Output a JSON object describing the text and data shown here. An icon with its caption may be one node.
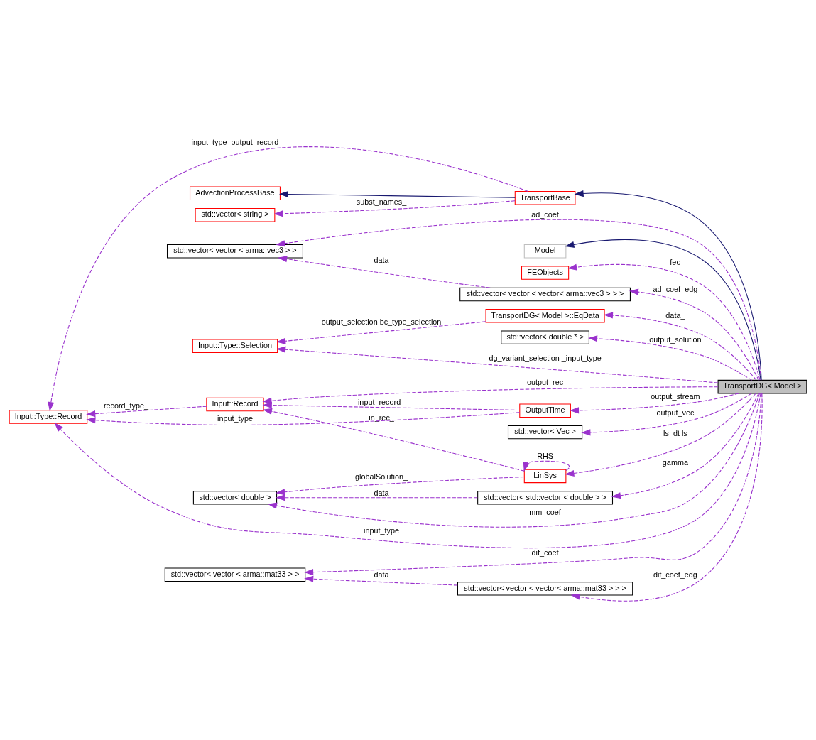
{
  "diagram": {
    "nodes": [
      {
        "text": [
          "AdvectionProcessBase"
        ]
      },
      {
        "text": [
          "TransportBase"
        ]
      },
      {
        "text": [
          "std::vector< string >"
        ]
      },
      {
        "text": [
          "std::vector< vector < arma::vec3 > >"
        ]
      },
      {
        "text": [
          "Model"
        ]
      },
      {
        "text": [
          "FEObjects"
        ]
      },
      {
        "text": [
          "std::vector< vector < vector< arma::vec3 > > >"
        ]
      },
      {
        "text": [
          "TransportDG< Model >::EqData"
        ]
      },
      {
        "text": [
          "std::vector< double * >"
        ]
      },
      {
        "text": [
          "Input::Type::Selection"
        ]
      },
      {
        "text": [
          "TransportDG< Model >"
        ]
      },
      {
        "text": [
          "LinSys"
        ]
      },
      {
        "text": [
          "Input::Record"
        ]
      },
      {
        "text": [
          "std::vector< Vec >"
        ]
      },
      {
        "text": [
          "std::vector< std::vector < double > >"
        ]
      },
      {
        "text": [
          "std::vector< double >"
        ]
      },
      {
        "text": [
          "Input::Type::Record"
        ]
      },
      {
        "text": [
          "OutputTime"
        ]
      },
      {
        "text": [
          "std::vector< vector < arma::mat33 > >"
        ]
      },
      {
        "text": [
          "std::vector< vector < vector< arma::mat33 > > >"
        ]
      }
    ],
    "edges": [
      {
        "from": 1,
        "to": 0,
        "arrow": "to",
        "color": "#191970"
      },
      {
        "from": 10,
        "to": 1,
        "arrow": "to",
        "color": "#191970"
      },
      {
        "from": 1,
        "to": 2,
        "arrow": "to",
        "label": "subst_names_",
        "style": "dashed"
      },
      {
        "from": 1,
        "to": 16,
        "arrow": "to",
        "label": "input_type_output_record",
        "style": "dashed"
      },
      {
        "from": 10,
        "to": 3,
        "arrow": "to",
        "label": "ad_coef",
        "style": "dashed"
      },
      {
        "from": 10,
        "to": 4,
        "arrow": "to",
        "color": "#191970"
      },
      {
        "from": 6,
        "to": 3,
        "arrow": "to",
        "label": "data",
        "style": "dashed"
      },
      {
        "from": 10,
        "to": 5,
        "arrow": "to",
        "label": "feo",
        "style": "dashed"
      },
      {
        "from": 10,
        "to": 6,
        "arrow": "to",
        "label": "ad_coef_edg",
        "style": "dashed"
      },
      {
        "from": 7,
        "to": 9,
        "arrow": "to",
        "label": "output_selection bc_type_selection",
        "style": "dashed"
      },
      {
        "from": 10,
        "to": 7,
        "arrow": "to",
        "label": "data_",
        "style": "dashed"
      },
      {
        "from": 10,
        "to": 8,
        "arrow": "to",
        "label": "output_solution",
        "style": "dashed"
      },
      {
        "from": 10,
        "to": 9,
        "arrow": "to",
        "label": "dg_variant_selection _input_type",
        "style": "dashed"
      },
      {
        "from": 10,
        "to": 12,
        "arrow": "to",
        "label": "output_rec",
        "style": "dashed"
      },
      {
        "from": 10,
        "to": 11,
        "arrow": "to",
        "label": "ls_dt ls",
        "style": "dashed"
      },
      {
        "from": 11,
        "to": 11,
        "arrow": "to",
        "label": "RHS",
        "style": "dashed"
      },
      {
        "from": 11,
        "to": 12,
        "arrow": "to",
        "label": "in_rec_",
        "style": "dashed"
      },
      {
        "from": 11,
        "to": 15,
        "arrow": "to",
        "label": "globalSolution_",
        "style": "dashed"
      },
      {
        "from": 12,
        "to": 16,
        "arrow": "to",
        "label": "record_type_",
        "style": "dashed"
      },
      {
        "from": 10,
        "to": 13,
        "arrow": "to",
        "label": "output_vec",
        "style": "dashed"
      },
      {
        "from": 10,
        "to": 14,
        "arrow": "to",
        "label": "gamma",
        "style": "dashed"
      },
      {
        "from": 14,
        "to": 15,
        "arrow": "to",
        "label": "data",
        "style": "dashed"
      },
      {
        "from": 10,
        "to": 17,
        "arrow": "to",
        "label": "output_stream",
        "style": "dashed"
      },
      {
        "from": 17,
        "to": 12,
        "arrow": "to",
        "label": "input_record_",
        "style": "dashed"
      },
      {
        "from": 17,
        "to": 16,
        "arrow": "to",
        "label": "input_type",
        "style": "dashed"
      },
      {
        "from": 10,
        "to": 15,
        "arrow": "to",
        "label": "mm_coef",
        "style": "dashed"
      },
      {
        "from": 10,
        "to": 16,
        "arrow": "to",
        "label": "input_type",
        "style": "dashed"
      },
      {
        "from": 10,
        "to": 18,
        "arrow": "to",
        "label": "dif_coef",
        "style": "dashed"
      },
      {
        "from": 10,
        "to": 19,
        "arrow": "to",
        "label": "dif_coef_edg",
        "style": "dashed"
      },
      {
        "from": 19,
        "to": 18,
        "arrow": "to",
        "label": "data",
        "style": "dashed"
      }
    ]
  }
}
